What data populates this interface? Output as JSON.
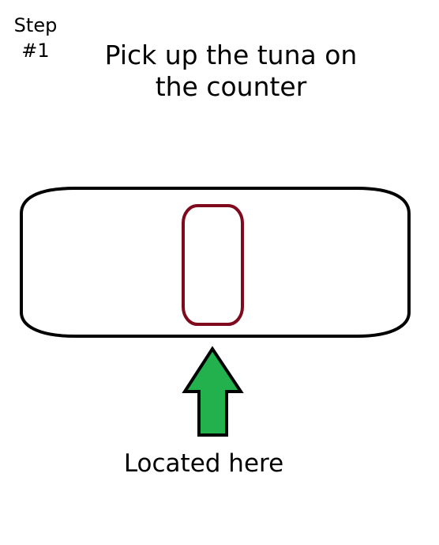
{
  "step": {
    "line1": "Step",
    "line2": "#1"
  },
  "instruction": {
    "line1": "Pick up the tuna on",
    "line2": "the counter"
  },
  "caption": "Located here",
  "colors": {
    "counter_outline": "#000000",
    "tuna_outline": "#7f0a1d",
    "arrow_fill": "#22b14c",
    "arrow_outline": "#000000"
  }
}
